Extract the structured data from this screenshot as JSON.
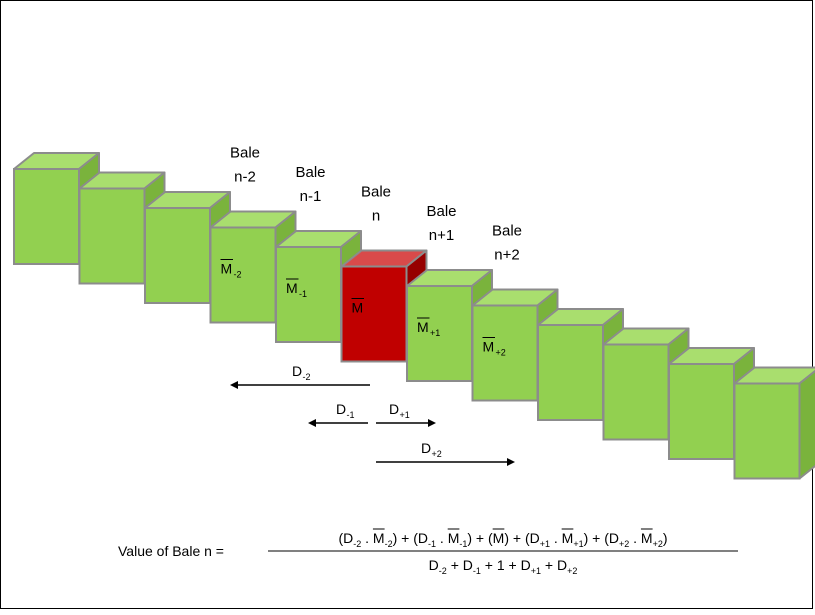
{
  "colors": {
    "green_front": "#92d050",
    "green_top": "#a9de6e",
    "green_side": "#7ab33c",
    "red_front": "#c00000",
    "red_top": "#d94a4a",
    "red_side": "#960000",
    "edge": "#8c8c8c"
  },
  "bales": [
    {
      "label_line1": "",
      "label_line2": "",
      "mean_base": "",
      "mean_sub": "",
      "highlight": false
    },
    {
      "label_line1": "",
      "label_line2": "",
      "mean_base": "",
      "mean_sub": "",
      "highlight": false
    },
    {
      "label_line1": "",
      "label_line2": "",
      "mean_base": "",
      "mean_sub": "",
      "highlight": false
    },
    {
      "label_line1": "Bale",
      "label_line2": "n-2",
      "mean_base": "M",
      "mean_sub": "-2",
      "highlight": false
    },
    {
      "label_line1": "Bale",
      "label_line2": "n-1",
      "mean_base": "M",
      "mean_sub": "-1",
      "highlight": false
    },
    {
      "label_line1": "Bale",
      "label_line2": "n",
      "mean_base": "M",
      "mean_sub": "",
      "highlight": true
    },
    {
      "label_line1": "Bale",
      "label_line2": "n+1",
      "mean_base": "M",
      "mean_sub": "+1",
      "highlight": false
    },
    {
      "label_line1": "Bale",
      "label_line2": "n+2",
      "mean_base": "M",
      "mean_sub": "+2",
      "highlight": false
    },
    {
      "label_line1": "",
      "label_line2": "",
      "mean_base": "",
      "mean_sub": "",
      "highlight": false
    },
    {
      "label_line1": "",
      "label_line2": "",
      "mean_base": "",
      "mean_sub": "",
      "highlight": false
    },
    {
      "label_line1": "",
      "label_line2": "",
      "mean_base": "",
      "mean_sub": "",
      "highlight": false
    },
    {
      "label_line1": "",
      "label_line2": "",
      "mean_base": "",
      "mean_sub": "",
      "highlight": false
    }
  ],
  "distances": [
    {
      "base": "D",
      "sub": "-2",
      "direction": "left"
    },
    {
      "base": "D",
      "sub": "-1",
      "direction": "left"
    },
    {
      "base": "D",
      "sub": "+1",
      "direction": "right"
    },
    {
      "base": "D",
      "sub": "+2",
      "direction": "right"
    }
  ],
  "equation": {
    "lhs": "Value of Bale n =",
    "numerator": [
      [
        "(D",
        ""
      ],
      [
        "-2",
        "sub"
      ],
      [
        " . ",
        ""
      ],
      [
        "M",
        "bar"
      ],
      [
        "-2",
        "sub"
      ],
      [
        ") + (D",
        ""
      ],
      [
        "-1",
        "sub"
      ],
      [
        " . ",
        ""
      ],
      [
        "M",
        "bar"
      ],
      [
        "-1",
        "sub"
      ],
      [
        ") + (",
        ""
      ],
      [
        "M",
        "bar"
      ],
      [
        ") + (D",
        ""
      ],
      [
        "+1",
        "sub"
      ],
      [
        " . ",
        ""
      ],
      [
        "M",
        "bar"
      ],
      [
        "+1",
        "sub"
      ],
      [
        ") + (D",
        ""
      ],
      [
        "+2",
        "sub"
      ],
      [
        " . ",
        ""
      ],
      [
        "M",
        "bar"
      ],
      [
        "+2",
        "sub"
      ],
      [
        ")",
        ""
      ]
    ],
    "denominator": [
      [
        "D",
        ""
      ],
      [
        "-2",
        "sub"
      ],
      [
        " + D",
        ""
      ],
      [
        "-1",
        "sub"
      ],
      [
        " + 1 + D",
        ""
      ],
      [
        "+1",
        "sub"
      ],
      [
        " + D",
        ""
      ],
      [
        "+2",
        "sub"
      ]
    ]
  }
}
